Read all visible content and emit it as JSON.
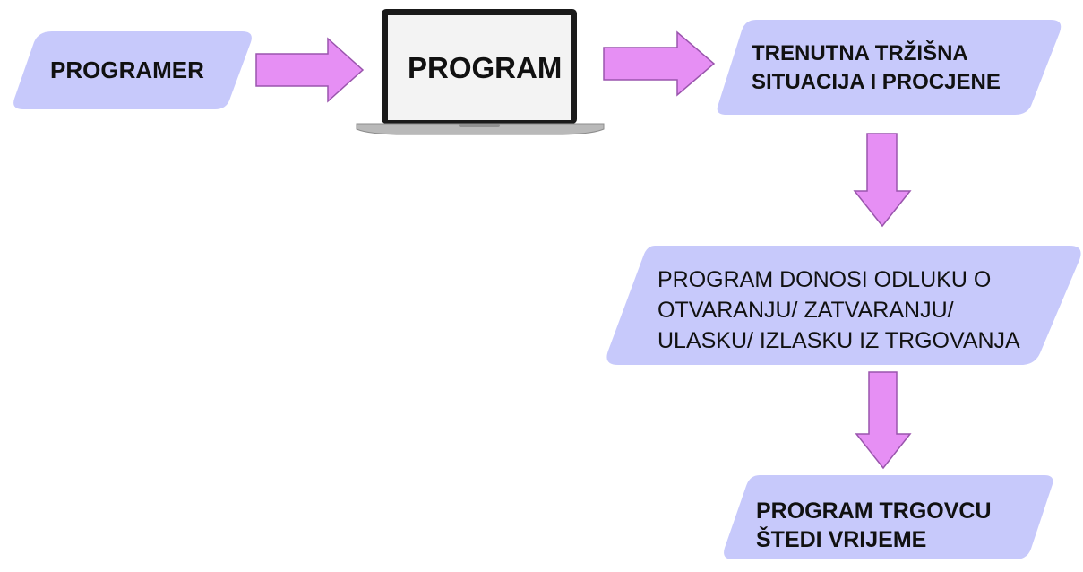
{
  "colors": {
    "shape_fill": "#c7c9fb",
    "arrow_fill": "#e68ff4",
    "arrow_stroke": "#9a55ad",
    "laptop_frame": "#1a1a1a",
    "laptop_screen": "#f3f3f3",
    "laptop_base": "#b9b9b9",
    "text": "#111111"
  },
  "nodes": {
    "programer": {
      "label": "PROGRAMER"
    },
    "program": {
      "label": "PROGRAM",
      "icon": "laptop-icon"
    },
    "market": {
      "lines": [
        "TRENUTNA TRŽIŠNA",
        "SITUACIJA I PROCJENE"
      ]
    },
    "decision": {
      "lines": [
        "PROGRAM DONOSI ODLUKU O",
        "OTVARANJU/ ZATVARANJU/",
        "ULASKU/ IZLASKU IZ TRGOVANJA"
      ]
    },
    "saves_time": {
      "lines": [
        "PROGRAM TRGOVCU",
        "ŠTEDI VRIJEME"
      ]
    }
  },
  "edges": [
    {
      "from": "programer",
      "to": "program",
      "direction": "right"
    },
    {
      "from": "program",
      "to": "market",
      "direction": "right"
    },
    {
      "from": "market",
      "to": "decision",
      "direction": "down"
    },
    {
      "from": "decision",
      "to": "saves_time",
      "direction": "down"
    }
  ]
}
